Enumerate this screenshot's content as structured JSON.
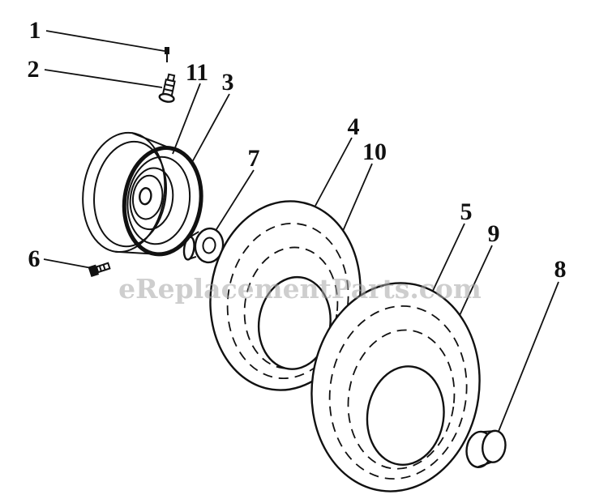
{
  "page": {
    "background": "#ffffff"
  },
  "colors": {
    "line": "#111111",
    "watermark": "#a6a6a6"
  },
  "watermark": {
    "text": "eReplacementParts.com"
  },
  "callouts": [
    {
      "label": "1"
    },
    {
      "label": "2"
    },
    {
      "label": "3"
    },
    {
      "label": "4"
    },
    {
      "label": "5"
    },
    {
      "label": "6"
    },
    {
      "label": "7"
    },
    {
      "label": "8"
    },
    {
      "label": "9"
    },
    {
      "label": "10"
    },
    {
      "label": "11"
    }
  ]
}
